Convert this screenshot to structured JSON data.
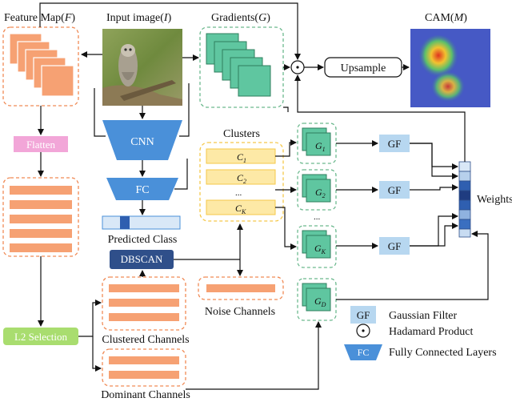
{
  "labels": {
    "feature_map": "Feature Map(",
    "feature_map_var": "F",
    "input_image": "Input image(",
    "input_image_var": "I",
    "gradients": "Gradients(",
    "gradients_var": "G",
    "cam": "CAM(",
    "cam_var": "M",
    "close_paren": ")",
    "flatten": "Flatten",
    "cnn": "CNN",
    "fc": "FC",
    "predicted_class": "Predicted Class",
    "dbscan": "DBSCAN",
    "clusters": "Clusters",
    "cluster_1": "C",
    "cluster_1_sub": "1",
    "cluster_2": "C",
    "cluster_2_sub": "2",
    "cluster_dots": "...",
    "cluster_k": "C",
    "cluster_k_sub": "K",
    "g1": "G",
    "g1_sub": "1",
    "g2": "G",
    "g2_sub": "2",
    "gk": "G",
    "gk_sub": "K",
    "gd": "G",
    "gd_sub": "D",
    "g_dots": "...",
    "gf1": "GF",
    "gf2": "GF",
    "gf3": "GF",
    "upsample": "Upsample",
    "weights": "Weights",
    "noise_channels": "Noise Channels",
    "l2_selection": "L2 Selection",
    "clustered_channels": "Clustered Channels",
    "dominant_channels": "Dominant Channels",
    "legend_gf_symbol": "GF",
    "legend_gf": "Gaussian Filter",
    "legend_hadamard": "Hadamard Product",
    "legend_fc_symbol": "FC",
    "legend_fc": "Fully Connected Layers"
  },
  "colors": {
    "orange_fill": "#f6a173",
    "orange_dash": "#f08a55",
    "green_fill": "#5fc6a0",
    "green_dash": "#6cb98e",
    "blue_fill": "#4a90d9",
    "light_blue": "#b7d7f0",
    "yellow_fill": "#fde9a6",
    "yellow_dash": "#f5c84a",
    "pink_fill": "#f2a6d8",
    "lime_fill": "#a9dd6f",
    "navy_fill": "#2f4f8a"
  }
}
